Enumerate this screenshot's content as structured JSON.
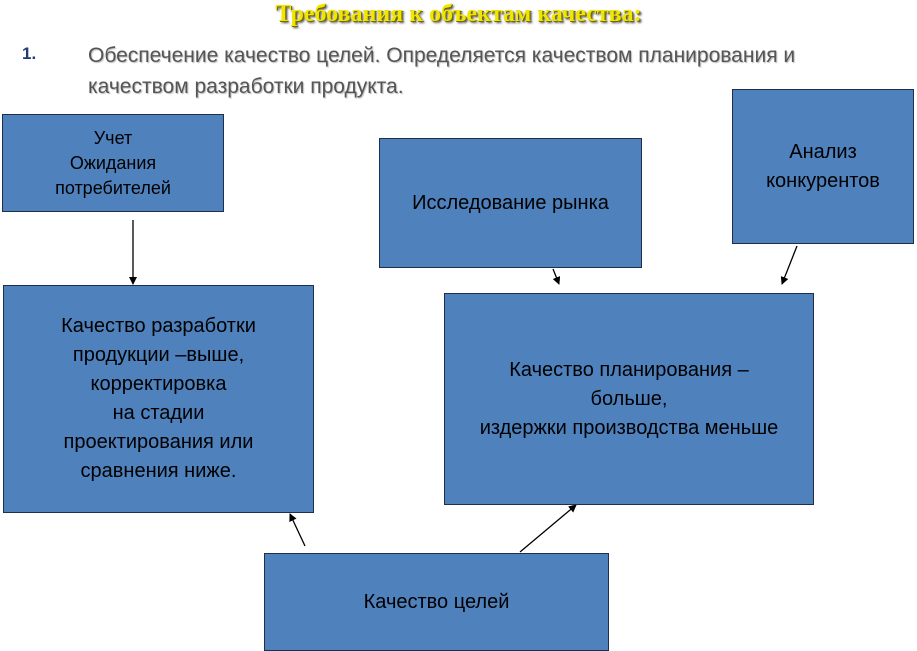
{
  "slide": {
    "title": "Требования к объектам качества:",
    "point_number": "1.",
    "point_text": "Обеспечение  качество целей. Определяется качеством планирования и качеством разработки продукта."
  },
  "diagram": {
    "nodes": {
      "needs": "Учет\nОжидания\nпотребителей",
      "market": "Исследование рынка",
      "competitors": "Анализ\nконкурентов",
      "development": "Качество разработки\nпродукции –выше,\nкорректировка\nна стадии\nпроектирования или\nсравнения ниже.",
      "planning": "Качество планирования –\nбольше,\nиздержки производства меньше",
      "goals": "Качество целей"
    },
    "edges": [
      {
        "from": "needs",
        "to": "development"
      },
      {
        "from": "market",
        "to": "planning"
      },
      {
        "from": "competitors",
        "to": "planning"
      },
      {
        "from": "goals",
        "to": "development"
      },
      {
        "from": "goals",
        "to": "planning"
      }
    ],
    "colors": {
      "box_fill": "#4f81bd",
      "box_border": "#1f2f4a",
      "title": "#f2e600"
    }
  }
}
